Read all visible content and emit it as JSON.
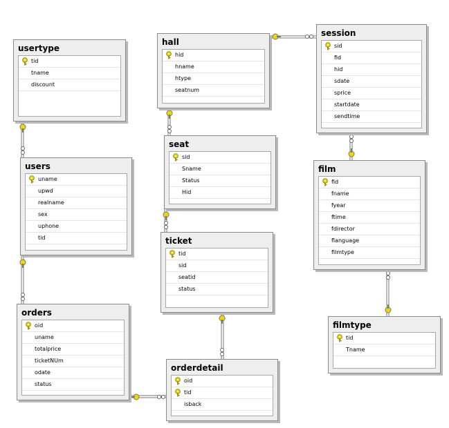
{
  "colors": {
    "key": "#e8d200",
    "line": "#7a7a7a",
    "header_bg": "#eeeeee"
  },
  "tables": [
    {
      "id": "usertype",
      "title": "usertype",
      "columns": [
        {
          "name": "tid",
          "key": true
        },
        {
          "name": "tname",
          "key": false
        },
        {
          "name": "discount",
          "key": false
        }
      ]
    },
    {
      "id": "hall",
      "title": "hall",
      "columns": [
        {
          "name": "hid",
          "key": true
        },
        {
          "name": "hname",
          "key": false
        },
        {
          "name": "htype",
          "key": false
        },
        {
          "name": "seatnum",
          "key": false
        }
      ]
    },
    {
      "id": "session",
      "title": "session",
      "columns": [
        {
          "name": "sid",
          "key": true
        },
        {
          "name": "fid",
          "key": false
        },
        {
          "name": "hid",
          "key": false
        },
        {
          "name": "sdate",
          "key": false
        },
        {
          "name": "sprice",
          "key": false
        },
        {
          "name": "startdate",
          "key": false
        },
        {
          "name": "sendtime",
          "key": false
        }
      ]
    },
    {
      "id": "users",
      "title": "users",
      "columns": [
        {
          "name": "uname",
          "key": true
        },
        {
          "name": "upwd",
          "key": false
        },
        {
          "name": "realname",
          "key": false
        },
        {
          "name": "sex",
          "key": false
        },
        {
          "name": "uphone",
          "key": false
        },
        {
          "name": "tid",
          "key": false
        }
      ]
    },
    {
      "id": "seat",
      "title": "seat",
      "columns": [
        {
          "name": "sid",
          "key": true
        },
        {
          "name": "Sname",
          "key": false
        },
        {
          "name": "Status",
          "key": false
        },
        {
          "name": "Hid",
          "key": false
        }
      ]
    },
    {
      "id": "film",
      "title": "film",
      "columns": [
        {
          "name": "fid",
          "key": true
        },
        {
          "name": "fname",
          "key": false
        },
        {
          "name": "fyear",
          "key": false
        },
        {
          "name": "ftime",
          "key": false
        },
        {
          "name": "fdirector",
          "key": false
        },
        {
          "name": "flanguage",
          "key": false
        },
        {
          "name": "filmtype",
          "key": false
        }
      ]
    },
    {
      "id": "ticket",
      "title": "ticket",
      "columns": [
        {
          "name": "tid",
          "key": true
        },
        {
          "name": "sid",
          "key": false
        },
        {
          "name": "seatid",
          "key": false
        },
        {
          "name": "status",
          "key": false
        }
      ]
    },
    {
      "id": "orders",
      "title": "orders",
      "columns": [
        {
          "name": "oid",
          "key": true
        },
        {
          "name": "uname",
          "key": false
        },
        {
          "name": "totalprice",
          "key": false
        },
        {
          "name": "ticketNUm",
          "key": false
        },
        {
          "name": "odate",
          "key": false
        },
        {
          "name": "status",
          "key": false
        }
      ]
    },
    {
      "id": "filmtype",
      "title": "filmtype",
      "columns": [
        {
          "name": "tid",
          "key": true
        },
        {
          "name": "Tname",
          "key": false
        }
      ]
    },
    {
      "id": "orderdetail",
      "title": "orderdetail",
      "columns": [
        {
          "name": "oid",
          "key": true
        },
        {
          "name": "tid",
          "key": true
        },
        {
          "name": "isback",
          "key": false
        }
      ]
    }
  ]
}
